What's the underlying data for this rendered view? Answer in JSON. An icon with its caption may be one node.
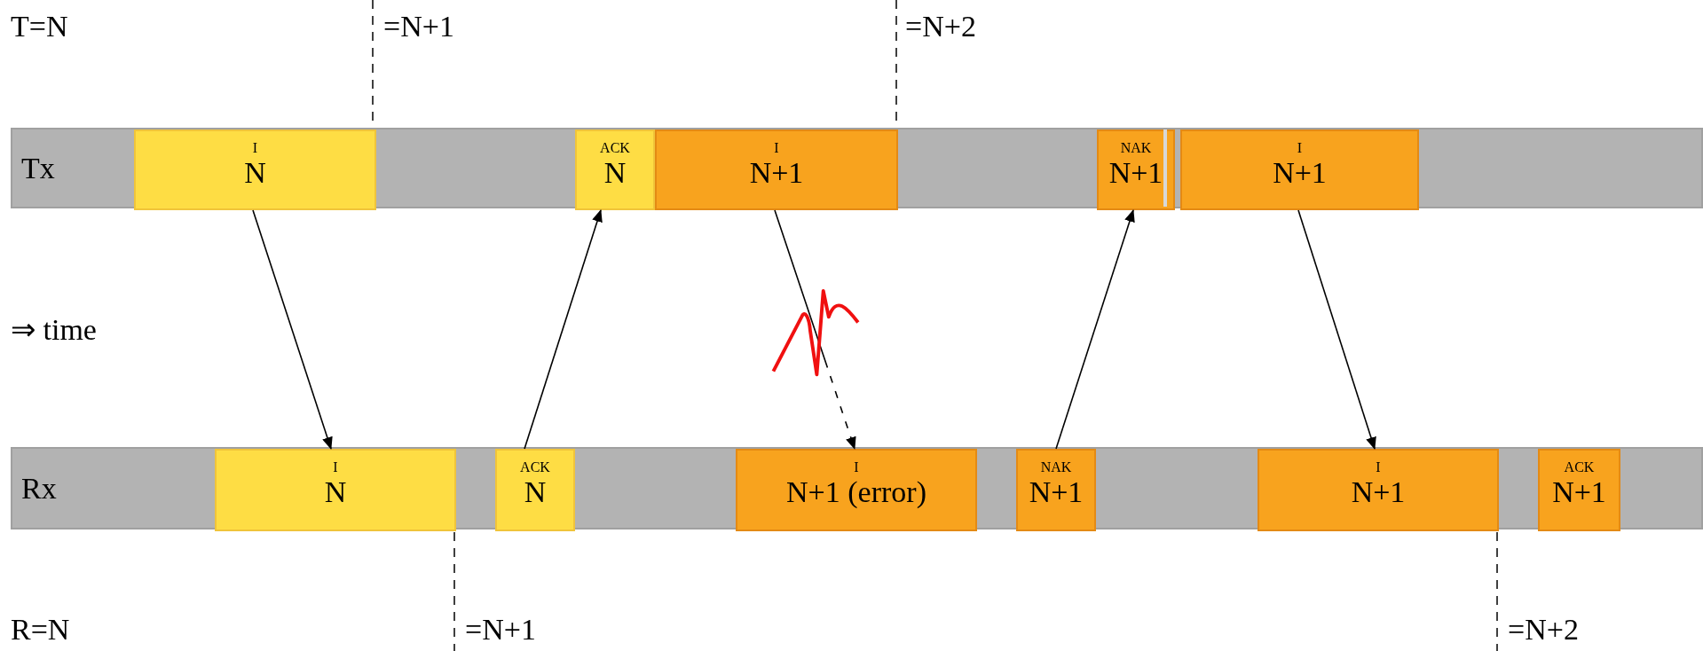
{
  "diagram": {
    "nodes": [
      {
        "text": [
          "Tx"
        ]
      },
      {
        "text": [
          "I",
          "N"
        ],
        "in": 0
      },
      {
        "text": [
          "ACK",
          "N"
        ],
        "in": 0
      },
      {
        "text": [
          "I",
          "N+1"
        ],
        "in": 0
      },
      {
        "text": [
          "NAK",
          "N+1"
        ],
        "in": 0
      },
      {
        "text": [
          "I",
          "N+1"
        ],
        "in": 0
      },
      {
        "text": [
          "Rx"
        ]
      },
      {
        "text": [
          "I",
          "N"
        ],
        "in": 6
      },
      {
        "text": [
          "ACK",
          "N"
        ],
        "in": 6
      },
      {
        "text": [
          "I",
          "N+1 (error)"
        ],
        "in": 6
      },
      {
        "text": [
          "NAK",
          "N+1"
        ],
        "in": 6
      },
      {
        "text": [
          "I",
          "N+1"
        ],
        "in": 6
      },
      {
        "text": [
          "ACK",
          "N+1"
        ],
        "in": 6
      }
    ],
    "edges": [
      {
        "from": 1,
        "to": 7,
        "arrow": "to"
      },
      {
        "from": 8,
        "to": 2,
        "arrow": "to"
      },
      {
        "from": 3,
        "to": 9,
        "arrow": "to",
        "style": "dashed"
      },
      {
        "from": 10,
        "to": 4,
        "arrow": "to"
      },
      {
        "from": 5,
        "to": 11,
        "arrow": "to"
      }
    ],
    "labels": [
      "T=N",
      "=N+1",
      "=N+2",
      "⇒ time",
      "R=N",
      "=N+1",
      "=N+2"
    ]
  }
}
